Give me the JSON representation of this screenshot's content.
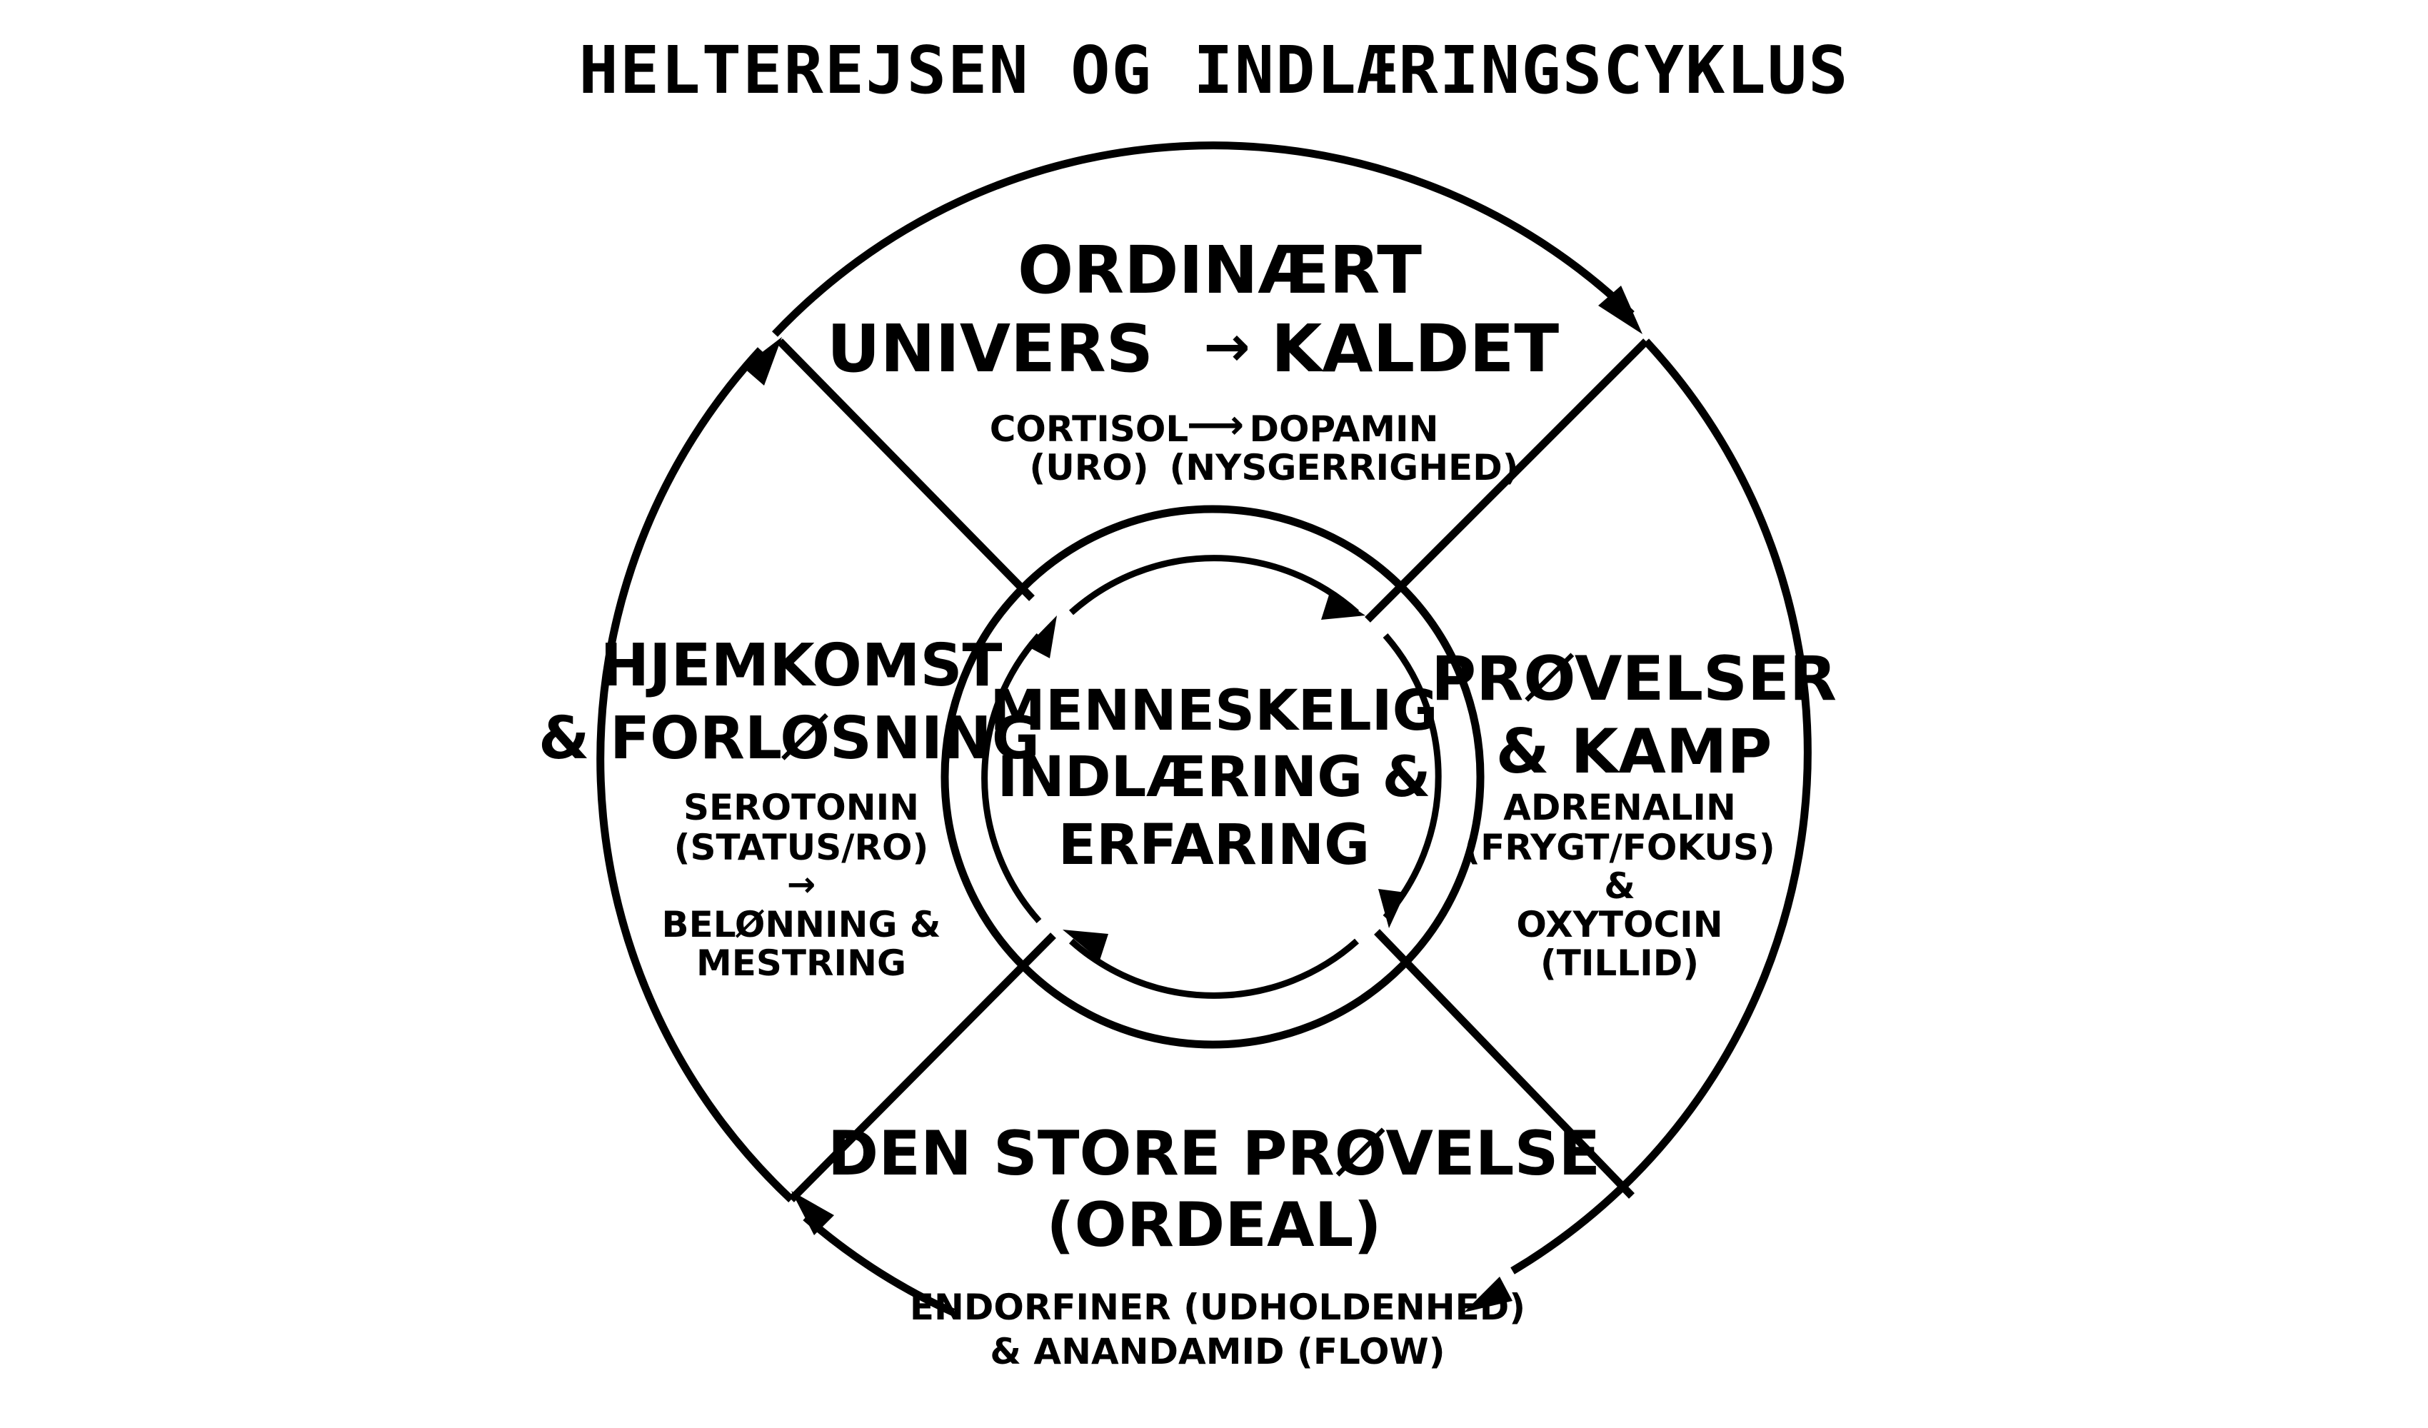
{
  "title": "HELTEREJSEN OG INDLÆRINGSCYKLUS",
  "center": {
    "line1": "MENNESKELIG",
    "line2": "INDLÆRING &",
    "line3": "ERFARING"
  },
  "stages": {
    "top": {
      "line1": "ORDINÆRT",
      "line2_left": "UNIVERS",
      "line2_arrow": "→",
      "line2_right": "KALDET",
      "hormone_left_1": "CORTISOL",
      "hormone_left_2": "(URO)",
      "hormone_arrow": "⟶",
      "hormone_right_1": "DOPAMIN",
      "hormone_right_2": "(NYSGERRIGHED)"
    },
    "right": {
      "line1": "PRØVELSER",
      "line2": "& KAMP",
      "h1": "ADRENALIN",
      "h2": "(FRYGT/FOKUS)",
      "h3": "&",
      "h4": "OXYTOCIN",
      "h5": "(TILLID)"
    },
    "bottom": {
      "line1": "DEN STORE PRØVELSE",
      "line2": "(ORDEAL)",
      "h1": "ENDORFINER (UDHOLDENHED)",
      "h2": "& ANANDAMID (FLOW)"
    },
    "left": {
      "line1": "HJEMKOMST",
      "line2": "& FORLØSNING",
      "h1": "SEROTONIN",
      "h2": "(STATUS/RO)",
      "h3": "→",
      "h4": "BELØNNING &",
      "h5": "MESTRING"
    }
  }
}
